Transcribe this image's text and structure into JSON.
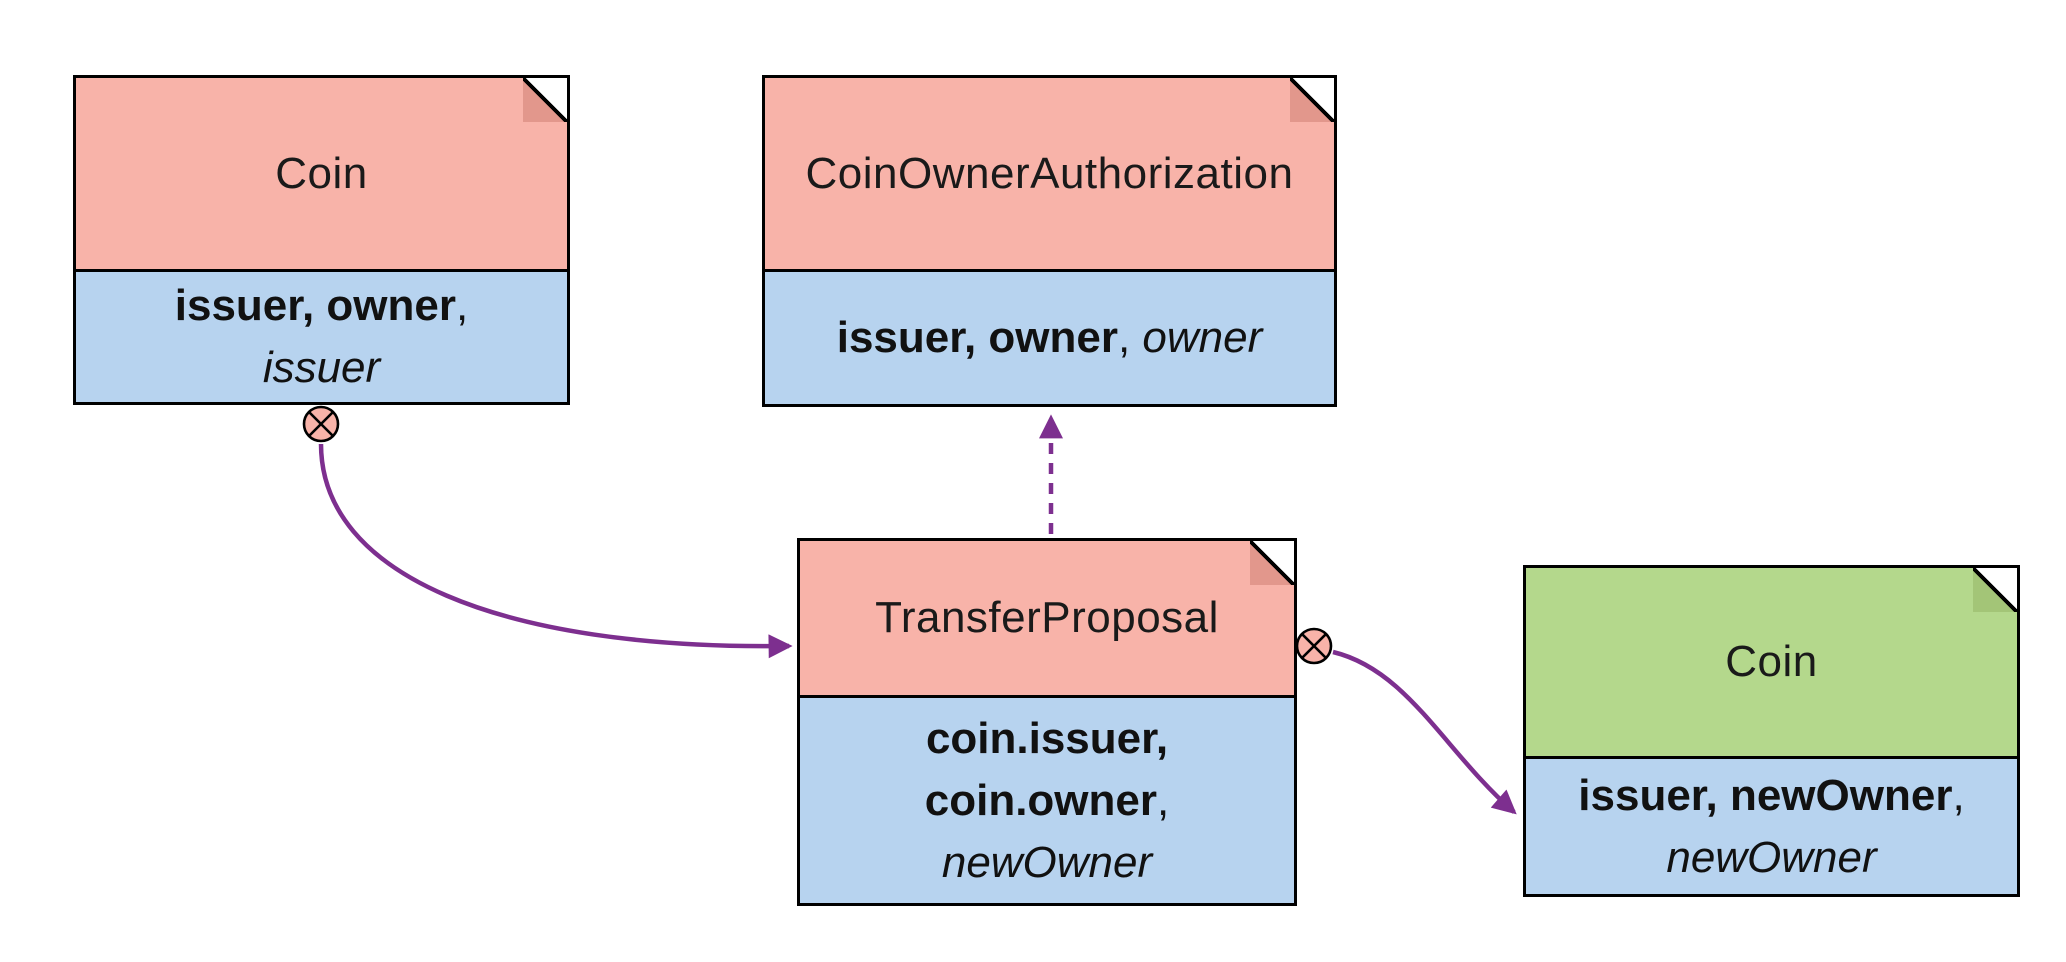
{
  "colors": {
    "background": "#ffffff",
    "pink-header": "#f8b3a9",
    "pink-fold": "#e2978c",
    "green-header": "#b4d88c",
    "green-fold": "#a3c577",
    "body-blue": "#b7d3ef",
    "border": "#000000",
    "arrow": "#7d2f8f",
    "archive-fill": "#f8b3a9"
  },
  "nodes": {
    "coin_source": {
      "title": "Coin",
      "line1_bold": "issuer, owner",
      "line1_rest": ",",
      "line2_italic": "issuer"
    },
    "coin_owner_authorization": {
      "title": "CoinOwnerAuthorization",
      "line1_bold": "issuer, owner",
      "line1_rest": ", ",
      "line1_italic": "owner"
    },
    "transfer_proposal": {
      "title": "TransferProposal",
      "line1_bold": "coin.issuer,",
      "line2_bold": "coin.owner",
      "line2_rest": ",",
      "line3_italic": "newOwner"
    },
    "coin_result": {
      "title": "Coin",
      "line1_bold": "issuer, newOwner",
      "line1_rest": ",",
      "line2_italic": "newOwner"
    }
  },
  "edges": [
    {
      "from": "coin_source",
      "to": "transfer_proposal",
      "style": "solid",
      "marker_start": "archive",
      "marker_end": "arrowhead"
    },
    {
      "from": "transfer_proposal",
      "to": "coin_owner_authorization",
      "style": "dashed",
      "marker_end": "arrowhead"
    },
    {
      "from": "transfer_proposal",
      "to": "coin_result",
      "style": "solid",
      "marker_start": "archive",
      "marker_end": "arrowhead"
    }
  ]
}
